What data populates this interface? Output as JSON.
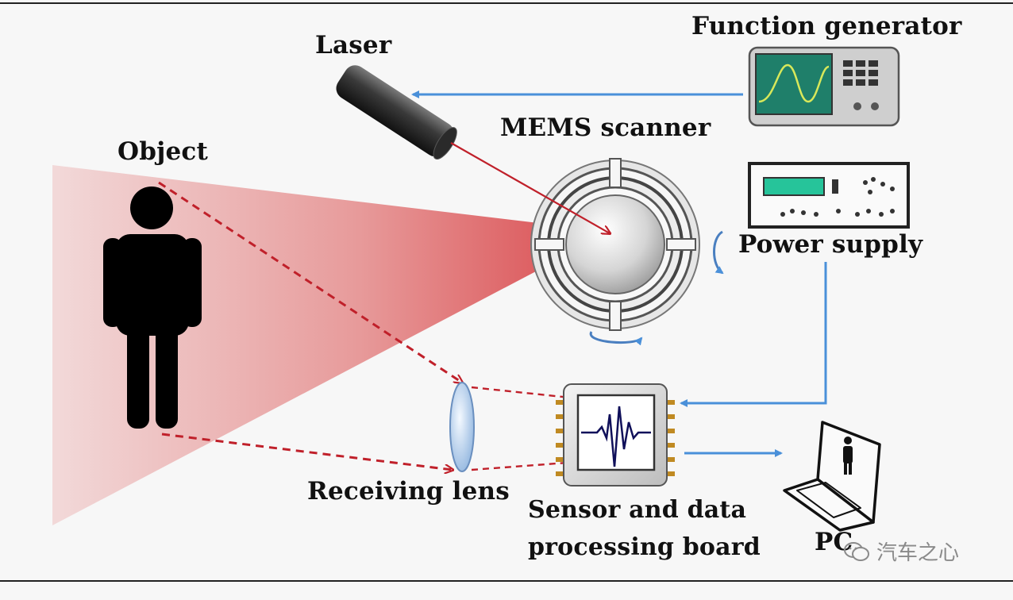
{
  "labels": {
    "laser": "Laser",
    "function_generator": "Function generator",
    "mems_scanner": "MEMS scanner",
    "object": "Object",
    "power_supply": "Power supply",
    "receiving_lens": "Receiving lens",
    "sensor_board_line1": "Sensor and data",
    "sensor_board_line2": "processing board",
    "pc": "PC"
  },
  "watermark": "汽车之心",
  "colors": {
    "laser_beam": "#d11f2a",
    "signal_arrow": "#4a90d9",
    "chip_trace": "#10105a",
    "screen_green": "#1aa88a"
  }
}
